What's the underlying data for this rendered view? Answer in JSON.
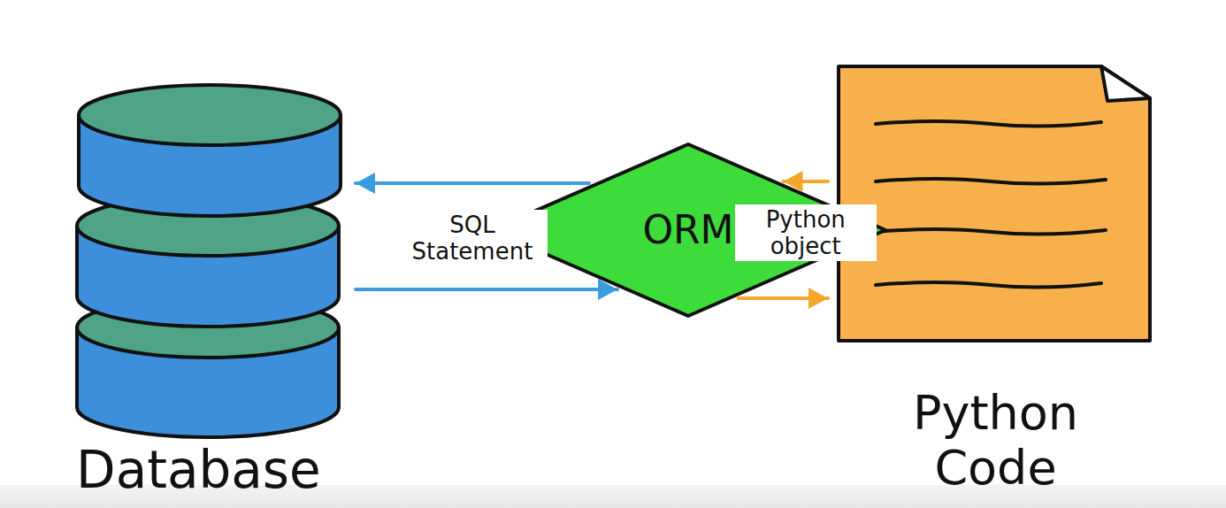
{
  "diagram": {
    "nodes": [
      {
        "text": [
          "Database"
        ]
      },
      {
        "text": [
          "ORM"
        ]
      },
      {
        "text": [
          "Python Code"
        ]
      }
    ],
    "edges": [
      {
        "from": 1,
        "to": 0,
        "arrow": "to",
        "label": "SQL Statement"
      },
      {
        "from": 0,
        "to": 1,
        "arrow": "to"
      },
      {
        "from": 2,
        "to": 1,
        "arrow": "to",
        "label": "Python object"
      },
      {
        "from": 1,
        "to": 2,
        "arrow": "to"
      }
    ]
  }
}
